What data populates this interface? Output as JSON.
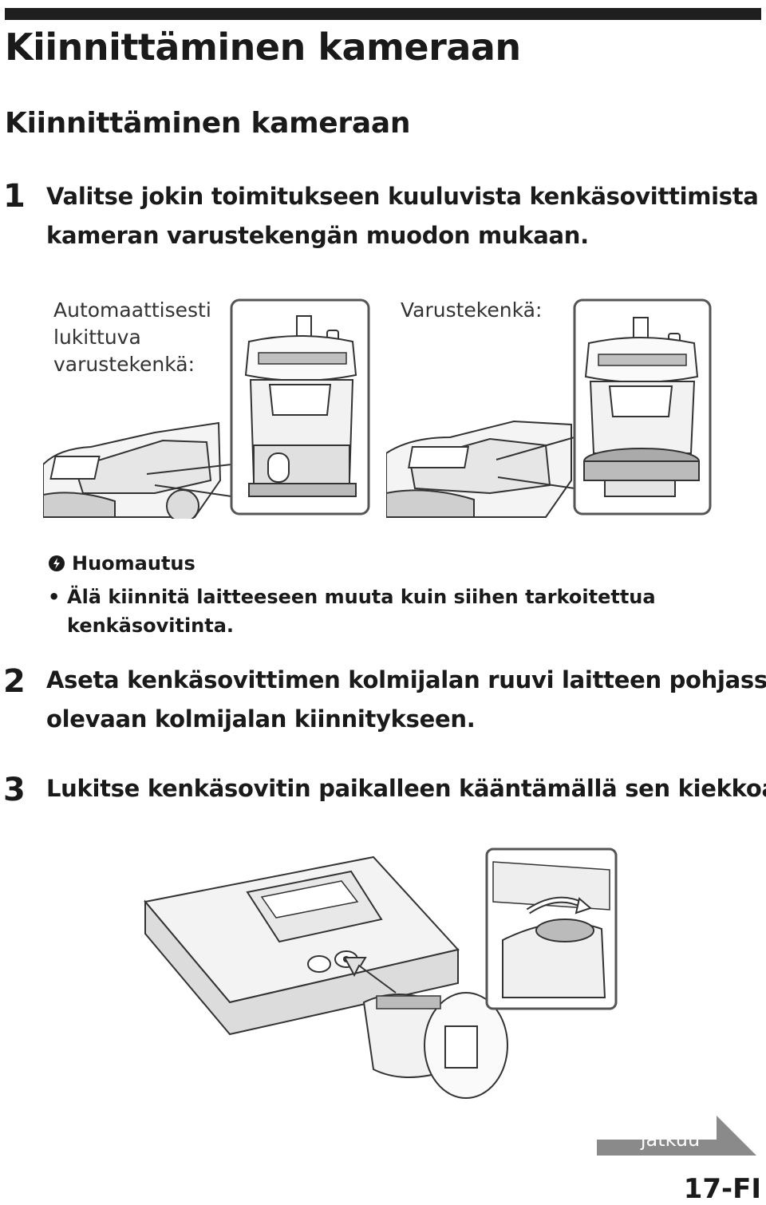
{
  "page": {
    "title": "Kiinnittäminen kameraan",
    "section_title": "Kiinnittäminen kameraan"
  },
  "steps": [
    {
      "number": "1",
      "lines": [
        "Valitse jokin toimitukseen kuuluvista kenkäsovittimista",
        "kameran varustekengän muodon mukaan."
      ]
    },
    {
      "number": "2",
      "lines": [
        "Aseta kenkäsovittimen kolmijalan ruuvi laitteen pohjassa",
        "olevaan kolmijalan kiinnitykseen."
      ]
    },
    {
      "number": "3",
      "lines": [
        "Lukitse kenkäsovitin paikalleen kääntämällä sen kiekkoa."
      ]
    }
  ],
  "figure1": {
    "left_caption": [
      "Automaattisesti",
      "lukittuva",
      "varustekenkä:"
    ],
    "right_caption": [
      "Varustekenkä:"
    ]
  },
  "note": {
    "title": "Huomautus",
    "icon": "note-warning-icon",
    "bullets": [
      [
        "Älä kiinnitä laitteeseen muuta kuin siihen tarkoitettua",
        "kenkäsovitinta."
      ]
    ]
  },
  "footer": {
    "continue_label": "jatkuu",
    "page_number": "17-FI"
  },
  "colors": {
    "text": "#1a1a1a",
    "rule": "#1f1f1f",
    "continue_arrow": "#8a8a8a",
    "line_art": "#333333",
    "shade": "#d9d9d9"
  }
}
